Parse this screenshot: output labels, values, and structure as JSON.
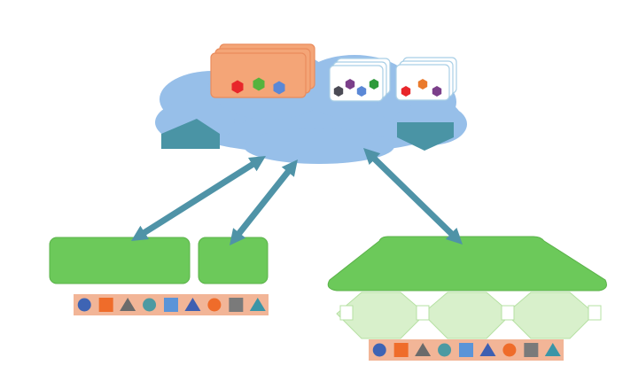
{
  "colors": {
    "background": "#ffffff",
    "cloud": "#97bfe9",
    "arrow": "#4f93a7",
    "dark_teal": "#4a94a5",
    "green": "#6cc95a",
    "green_border": "#5bb24a",
    "pale_green": "#d8f0cb",
    "pale_green_border": "#b6e0a3",
    "strip": "#f2b597",
    "orange_card": "#f4a577",
    "orange_card_border": "#e98c5d",
    "white_card_border": "#a9cfe6"
  },
  "cloud_stacks": [
    {
      "style": "orange",
      "shapes": [
        {
          "shape": "hexagon",
          "color": "#e8262b"
        },
        {
          "shape": "hexagon",
          "color": "#56b33d"
        },
        {
          "shape": "hexagon",
          "color": "#5b88d6"
        }
      ]
    },
    {
      "style": "white",
      "shapes": [
        {
          "shape": "hexagon",
          "color": "#7b3f8a"
        },
        {
          "shape": "hexagon",
          "color": "#2e9a3b"
        },
        {
          "shape": "hexagon",
          "color": "#4b4b55"
        },
        {
          "shape": "hexagon",
          "color": "#5b88d6"
        }
      ]
    },
    {
      "style": "white",
      "shapes": [
        {
          "shape": "hexagon",
          "color": "#ea7a2c"
        },
        {
          "shape": "hexagon",
          "color": "#e8262b"
        },
        {
          "shape": "hexagon",
          "color": "#7b3f8a"
        }
      ]
    }
  ],
  "shape_strips": [
    {
      "shapes": [
        {
          "shape": "circle",
          "color": "#3e64b4"
        },
        {
          "shape": "square",
          "color": "#ef6c2a"
        },
        {
          "shape": "triangle",
          "color": "#6b6b6b"
        },
        {
          "shape": "circle",
          "color": "#4d9aa2"
        },
        {
          "shape": "square",
          "color": "#5b94d8"
        },
        {
          "shape": "triangle",
          "color": "#3e5fb1"
        },
        {
          "shape": "circle",
          "color": "#ef6c2a"
        },
        {
          "shape": "square",
          "color": "#7a7a7a"
        },
        {
          "shape": "triangle",
          "color": "#3b95a7"
        }
      ]
    },
    {
      "shapes": [
        {
          "shape": "circle",
          "color": "#3e64b4"
        },
        {
          "shape": "square",
          "color": "#ef6c2a"
        },
        {
          "shape": "triangle",
          "color": "#6b6b6b"
        },
        {
          "shape": "circle",
          "color": "#4d9aa2"
        },
        {
          "shape": "square",
          "color": "#5b94d8"
        },
        {
          "shape": "triangle",
          "color": "#3e5fb1"
        },
        {
          "shape": "circle",
          "color": "#ef6c2a"
        },
        {
          "shape": "square",
          "color": "#7a7a7a"
        },
        {
          "shape": "triangle",
          "color": "#3b95a7"
        }
      ]
    }
  ],
  "arrows": [
    {
      "direction": "both",
      "role": "cloud-to-left-box"
    },
    {
      "direction": "both",
      "role": "cloud-to-middle-box"
    },
    {
      "direction": "both",
      "role": "cloud-to-right-platform"
    }
  ],
  "icons": [
    "cloud-shape",
    "hexagon-icon",
    "circle-icon",
    "square-icon",
    "triangle-icon",
    "pentagon-flag-icon",
    "double-arrow-icon"
  ]
}
